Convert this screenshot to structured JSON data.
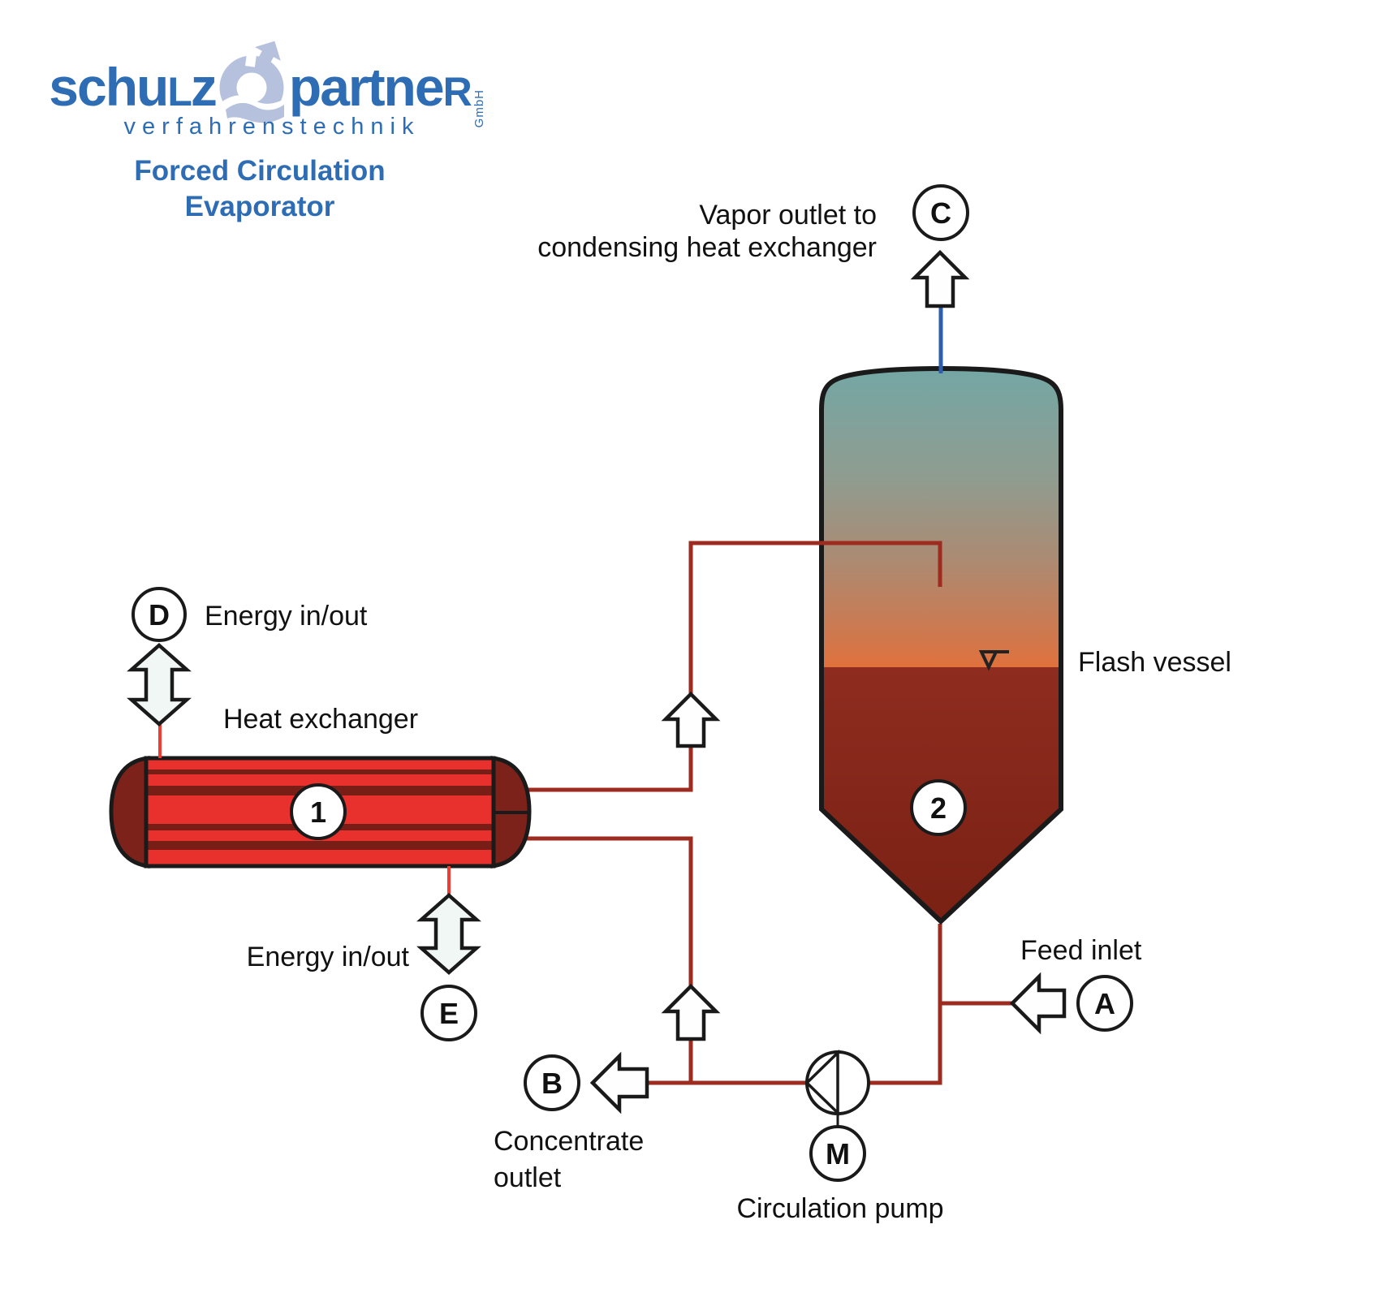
{
  "logo": {
    "word1_pre": "schu",
    "word1_cap": "L",
    "word1_post": "z",
    "word2_pre": "partne",
    "word2_cap": "R",
    "subtitle": "verfahrenstechnik",
    "gmbh": "GmbH",
    "title_line1": "Forced Circulation",
    "title_line2": "Evaporator"
  },
  "labels": {
    "vapor_line1": "Vapor outlet to",
    "vapor_line2": "condensing heat exchanger",
    "flash_vessel": "Flash vessel",
    "heat_exchanger": "Heat exchanger",
    "energy_top": "Energy in/out",
    "energy_bottom": "Energy in/out",
    "feed_inlet": "Feed inlet",
    "concentrate_line1": "Concentrate",
    "concentrate_line2": "outlet",
    "circulation_pump": "Circulation pump"
  },
  "tags": {
    "vapor_outlet": "C",
    "energy_top": "D",
    "energy_bottom": "E",
    "feed_inlet": "A",
    "concentrate_outlet": "B",
    "motor": "M",
    "heat_exchanger_no": "1",
    "flash_vessel_no": "2"
  },
  "colors": {
    "brand_blue": "#2e6db4",
    "logo_icon_blue": "#b5c1dd",
    "pipe_dark_red": "#9e2b20",
    "energy_pipe_red": "#f23b31",
    "vapor_pipe_blue": "#2e5fae",
    "vessel_top_teal": "#74a7a5",
    "vessel_orange": "#e0713c",
    "vessel_liquid": "#8e2c1f",
    "hx_tube_red": "#e8302c",
    "hx_head_dark": "#7d221a",
    "outline_black": "#1a1a1a"
  }
}
